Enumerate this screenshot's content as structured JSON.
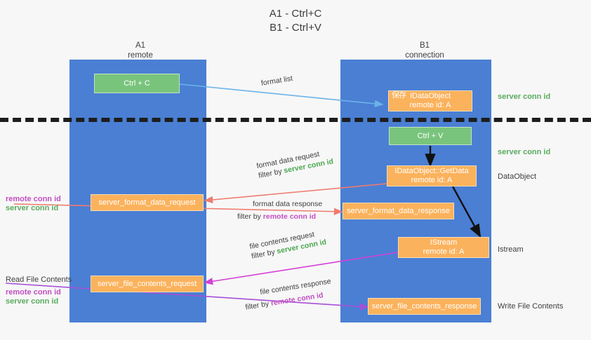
{
  "title": {
    "line1": "A1 - Ctrl+C",
    "line2": "B1 - Ctrl+V"
  },
  "lanes": [
    {
      "id": "a1",
      "name": "A1",
      "role": "remote"
    },
    {
      "id": "b1",
      "name": "B1",
      "role": "connection"
    }
  ],
  "nodes": {
    "ctrl_c": {
      "label": "Ctrl + C",
      "color": "#79c47d"
    },
    "ctrl_v": {
      "label": "Ctrl + V",
      "color": "#79c47d"
    },
    "idataobject": {
      "label": "IDataObject",
      "sub": "remote id: A",
      "overlap_glyphs": "保存",
      "color": "#fbb25c"
    },
    "getdata": {
      "label": "IDataObject::GetData",
      "sub": "remote id: A",
      "color": "#fbb25c"
    },
    "istream": {
      "label": "IStream",
      "sub": "remote id: A",
      "color": "#fbb25c"
    },
    "sfdreq": {
      "label": "server_format_data_request",
      "color": "#fbb25c"
    },
    "sfdresp": {
      "label": "server_format_data_response",
      "color": "#fbb25c"
    },
    "sfcreq": {
      "label": "server_file_contents_request",
      "color": "#fbb25c"
    },
    "sfcresp": {
      "label": "server_file_contents_response",
      "color": "#fbb25c"
    }
  },
  "edges": {
    "format_list": {
      "label": "format list",
      "color": "#6cb3e8"
    },
    "format_data_request": {
      "label": "format data request",
      "filter_prefix": "filter by ",
      "filter_value": "server conn id",
      "filter_color": "#49a84f",
      "color": "#ef7b6e"
    },
    "format_data_response": {
      "label": "format data response",
      "filter_prefix": "filter by ",
      "filter_value": "remote conn id",
      "filter_color": "#c24fc2",
      "color": "#ef7b6e"
    },
    "file_contents_request": {
      "label": "file contents request",
      "filter_prefix": "filter by ",
      "filter_value": "server conn id",
      "filter_color": "#49a84f",
      "color": "#d63fd6"
    },
    "file_contents_response": {
      "label": "file contents response",
      "filter_prefix": "filter by ",
      "filter_value": "remote conn id",
      "filter_color": "#c24fc2",
      "color": "#a64fd6"
    }
  },
  "right_notes": [
    {
      "text": "server conn id",
      "style": "green"
    },
    {
      "text": "server conn id",
      "style": "green"
    },
    {
      "text": "DataObject",
      "style": "plain"
    },
    {
      "text": "Istream",
      "style": "plain"
    },
    {
      "text": "Write File Contents",
      "style": "plain"
    }
  ],
  "left_notes": {
    "group1": [
      {
        "text": "remote conn id",
        "style": "magenta"
      },
      {
        "text": "server conn id",
        "style": "green"
      }
    ],
    "read_file_contents": "Read File Contents",
    "group2": [
      {
        "text": "remote conn id",
        "style": "magenta"
      },
      {
        "text": "server conn id",
        "style": "green"
      }
    ]
  },
  "colors": {
    "lane": "#4a7fd4",
    "green_node": "#79c47d",
    "orange_node": "#fbb25c",
    "divider": "#1d1d1d",
    "background": "#f7f7f7"
  }
}
